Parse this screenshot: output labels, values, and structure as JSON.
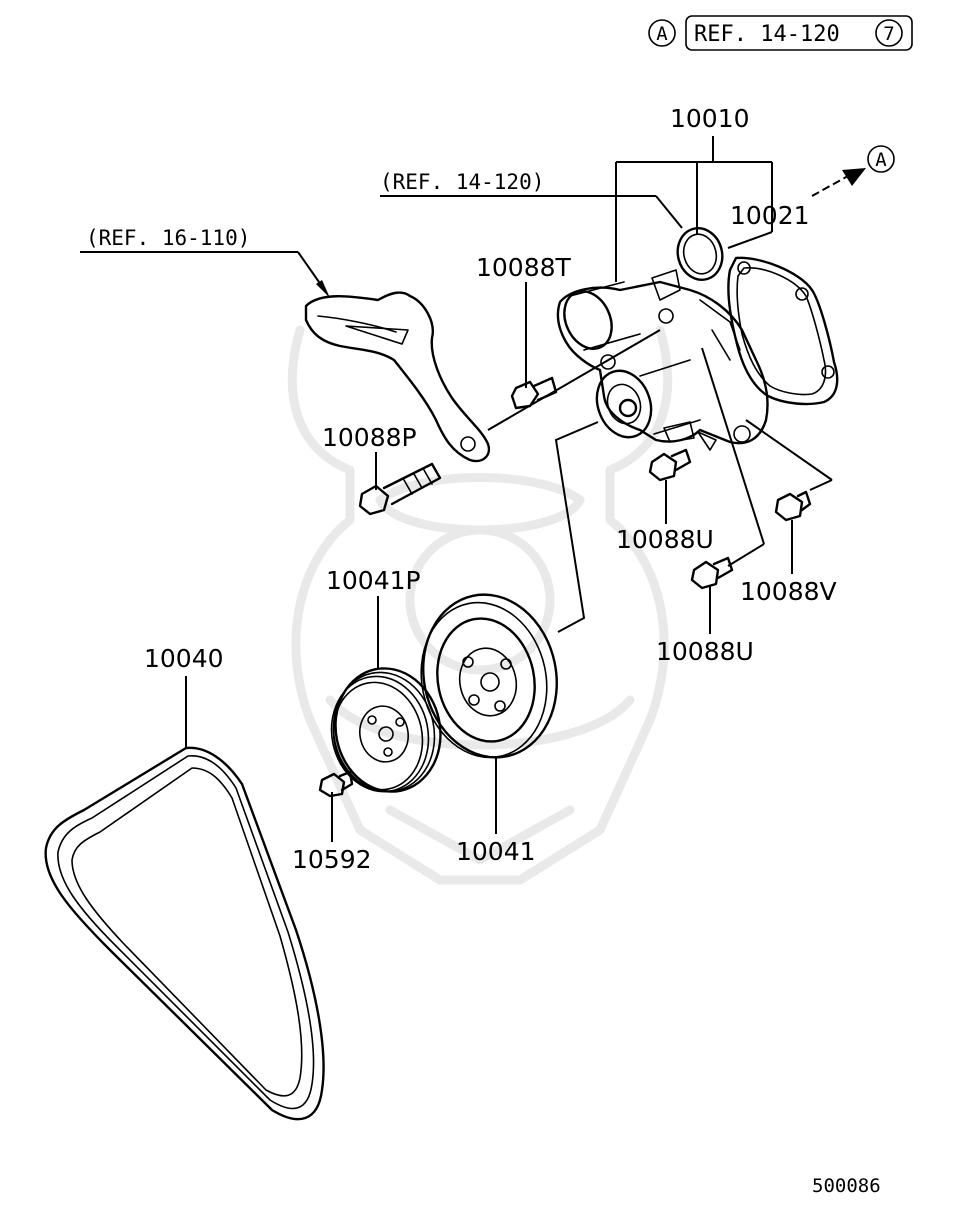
{
  "reference_box": {
    "marker": "A",
    "ref_label": "REF. 14-120",
    "ref_circle_number": "7"
  },
  "arrow_marker": "A",
  "refs": [
    {
      "id": "ref-14-120",
      "label": "(REF. 14-120)"
    },
    {
      "id": "ref-16-110",
      "label": "(REF. 16-110)"
    }
  ],
  "parts": [
    {
      "id": "p10010",
      "number": "10010"
    },
    {
      "id": "p10021",
      "number": "10021"
    },
    {
      "id": "p10088T",
      "number": "10088T"
    },
    {
      "id": "p10088P",
      "number": "10088P"
    },
    {
      "id": "p10088U-a",
      "number": "10088U"
    },
    {
      "id": "p10088U-b",
      "number": "10088U"
    },
    {
      "id": "p10088V",
      "number": "10088V"
    },
    {
      "id": "p10041P",
      "number": "10041P"
    },
    {
      "id": "p10040",
      "number": "10040"
    },
    {
      "id": "p10041",
      "number": "10041"
    },
    {
      "id": "p10592",
      "number": "10592"
    }
  ],
  "diagram_id": "500086"
}
